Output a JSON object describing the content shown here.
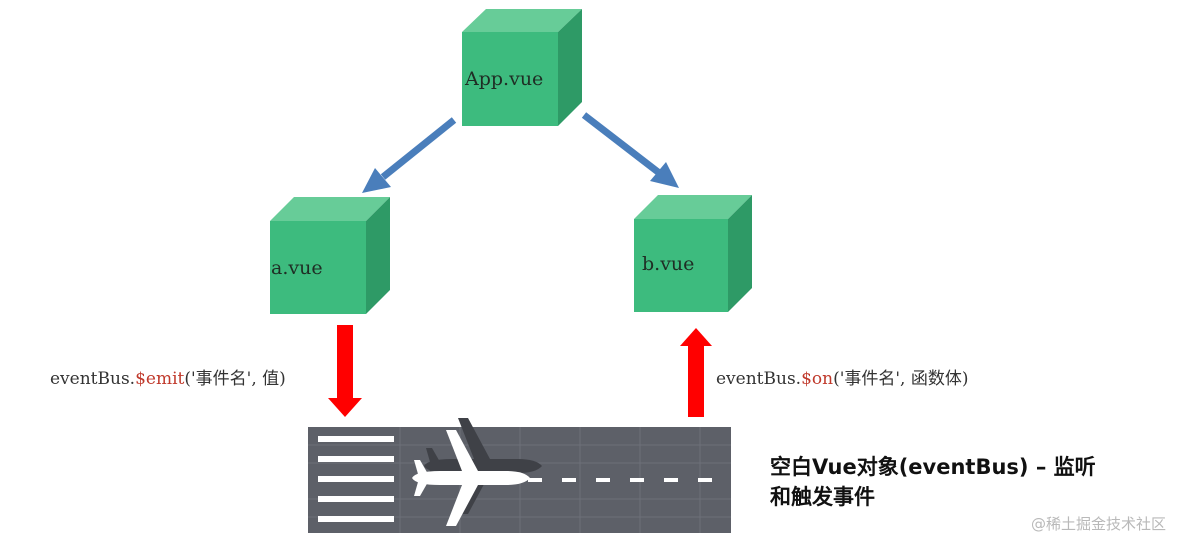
{
  "nodes": {
    "app": {
      "label": "App.vue"
    },
    "a": {
      "label": "a.vue"
    },
    "b": {
      "label": "b.vue"
    }
  },
  "emit_code": {
    "prefix": "eventBus.",
    "keyword": "$emit",
    "args": "('事件名', 值)"
  },
  "on_code": {
    "prefix": "eventBus.",
    "keyword": "$on",
    "args": "('事件名', 函数体)"
  },
  "caption": {
    "line1": "空白Vue对象(eventBus) – 监听",
    "line2": "和触发事件"
  },
  "watermark": "@稀土掘金技术社区",
  "colors": {
    "cube_front": "#3dbb7e",
    "cube_top": "#67cc98",
    "cube_side": "#2e9a66",
    "tree_arrow": "#4a7ebb",
    "flow_arrow": "#ff0000",
    "runway": "#5d6068",
    "code_keyword": "#c0392b"
  },
  "icons": {
    "runway": "airplane-icon"
  }
}
